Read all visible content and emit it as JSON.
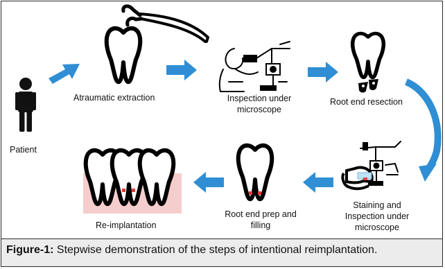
{
  "steps": {
    "patient": "Patient",
    "extraction": "Atraumatic extraction",
    "inspection_1": "Inspection under",
    "inspection_2": "microscope",
    "resection": "Root end resection",
    "staining_1": "Staining and",
    "staining_2": "Inspection under",
    "staining_3": "microscope",
    "prep_1": "Root end prep and",
    "prep_2": "filling",
    "reimplantation": "Re-implantation"
  },
  "caption": {
    "label": "Figure-1:",
    "text": " Stepwise demonstration of the steps of intentional reimplantation."
  },
  "colors": {
    "arrow": "#2f8ed4",
    "socket_highlight": "#f3c4c4",
    "root_filling": "#e23b3b",
    "caption_bg": "#ececec"
  },
  "icons": [
    "person-icon",
    "forceps-icon",
    "tooth-icon",
    "microscope-icon",
    "arrow-icon"
  ]
}
